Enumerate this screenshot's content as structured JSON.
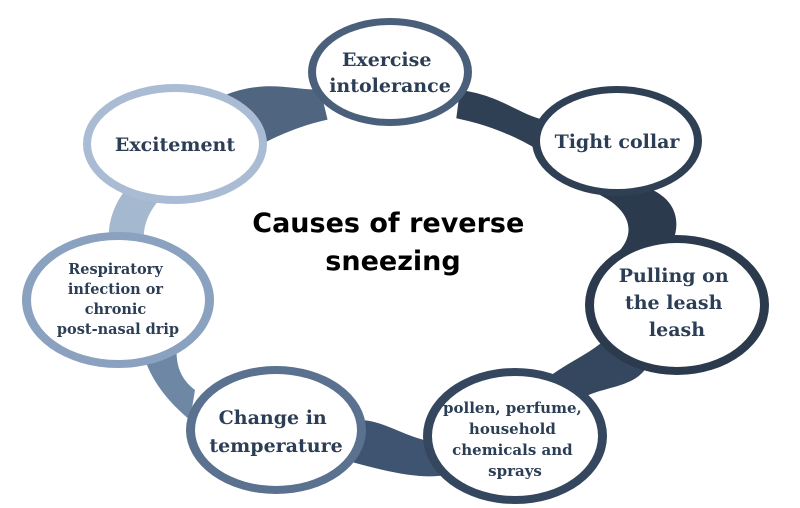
{
  "diagram": {
    "center_title": [
      "Causes of reverse",
      "sneezing"
    ],
    "nodes": [
      {
        "id": "exercise",
        "lines": [
          "Exercise",
          "intolerance"
        ]
      },
      {
        "id": "collar",
        "lines": [
          "Tight collar"
        ]
      },
      {
        "id": "leash",
        "lines": [
          "Pulling on",
          "the leash",
          "leash"
        ]
      },
      {
        "id": "pollen",
        "lines": [
          "pollen, perfume,",
          "household",
          "chemicals and",
          "sprays"
        ]
      },
      {
        "id": "temperature",
        "lines": [
          "Change in",
          "temperature"
        ]
      },
      {
        "id": "respiratory",
        "lines": [
          "Respiratory",
          "infection or",
          "chronic",
          "post-nasal drip"
        ]
      },
      {
        "id": "excitement",
        "lines": [
          "Excitement"
        ]
      }
    ],
    "colors": {
      "darkest": "#2b3a4d",
      "dark": "#3d5068",
      "mid": "#5c7390",
      "light": "#8aa2bf",
      "lightest": "#b5c6da",
      "node_fill": "#ffffff",
      "node_text": "#2c3e55"
    }
  }
}
